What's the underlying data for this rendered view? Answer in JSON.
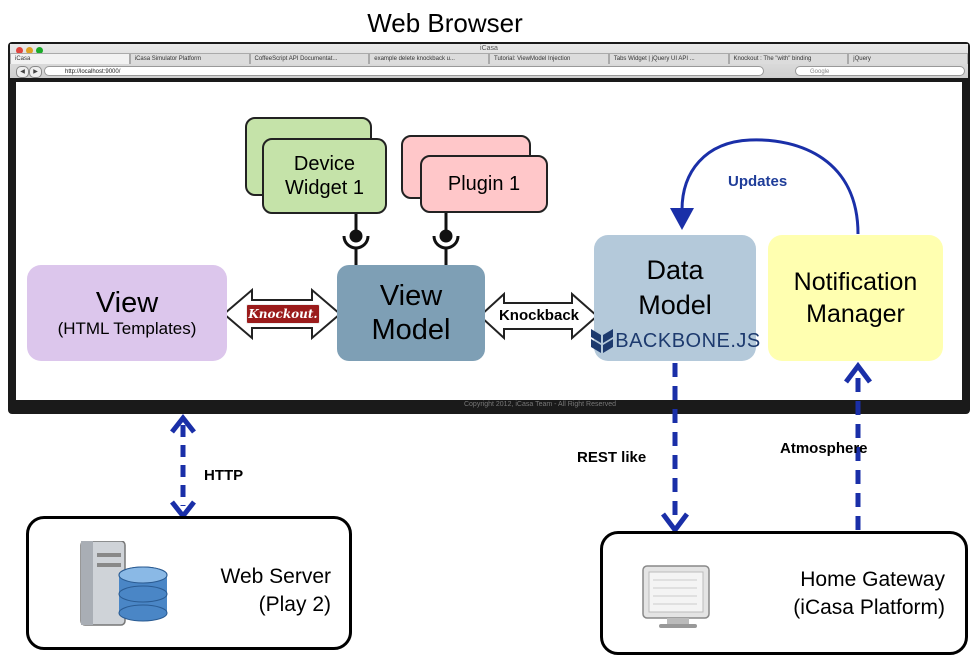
{
  "title": "Web Browser",
  "browser": {
    "window_title": "iCasa",
    "tabs": [
      "iCasa",
      "iCasa Simulator Platform",
      "CoffeeScript API Documentat...",
      "example delete knockback u...",
      "Tutorial: ViewModel Injection",
      "Tabs Widget | jQuery UI API ...",
      "Knockout : The \"with\" binding",
      "jQuery"
    ],
    "url": "http://localhost:9000/",
    "search_placeholder": "Google",
    "footer": "Copyright 2012, iCasa Team - All Right Reserved"
  },
  "nodes": {
    "view": {
      "title": "View",
      "subtitle": "(HTML Templates)",
      "color": "#dcc6ec"
    },
    "view_model": {
      "line1": "View",
      "line2": "Model",
      "color": "#7e9fb5"
    },
    "data_model": {
      "line1": "Data",
      "line2": "Model",
      "logo_text": "BACKBONE.JS",
      "color": "#b4c9da"
    },
    "notification_manager": {
      "line1": "Notification",
      "line2": "Manager",
      "color": "#ffffb0"
    },
    "device_widget": {
      "line1": "Device",
      "line2": "Widget 1",
      "color": "#c5e3a9"
    },
    "plugin": {
      "label": "Plugin 1",
      "color": "#ffc7c9"
    },
    "web_server": {
      "line1": "Web Server",
      "line2": "(Play 2)"
    },
    "home_gateway": {
      "line1": "Home Gateway",
      "line2": "(iCasa Platform)"
    }
  },
  "connectors": {
    "knockout": "Knockout.",
    "knockback": "Knockback",
    "updates": "Updates",
    "http": "HTTP",
    "rest": "REST like",
    "atmosphere": "Atmosphere"
  },
  "colors": {
    "arrow_blue": "#1a2fa8",
    "updates_blue": "#1f3d99",
    "knockout_red": "#9b1b1b"
  }
}
